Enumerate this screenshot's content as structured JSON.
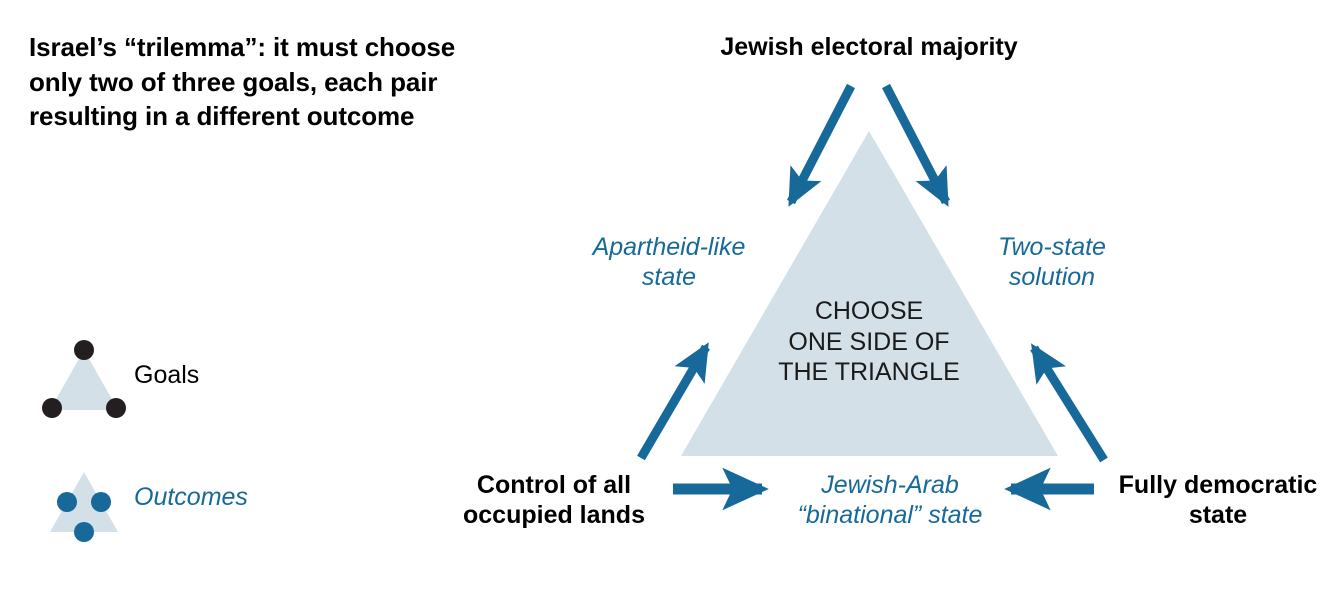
{
  "title": "Israel’s “trilemma”: it must choose\nonly two of three goals, each pair\nresulting in a different outcome",
  "colors": {
    "triangle_fill": "#d3e0e8",
    "accent_blue": "#17699a",
    "goal_dot": "#231f20",
    "text_black": "#000000",
    "background": "#ffffff"
  },
  "legend": {
    "items": [
      {
        "key": "goals",
        "label": "Goals",
        "marker": "triangle-with-vertex-dots",
        "dot_color": "#231f20",
        "style": "normal"
      },
      {
        "key": "outcomes",
        "label": "Outcomes",
        "marker": "triangle-with-midpoint-dots",
        "dot_color": "#17699a",
        "style": "italic"
      }
    ]
  },
  "diagram": {
    "center_text": "CHOOSE\nONE SIDE OF\nTHE TRIANGLE",
    "goals": [
      {
        "id": "goal-top",
        "label": "Jewish electoral majority",
        "position": "apex"
      },
      {
        "id": "goal-left",
        "label": "Control of all\noccupied lands",
        "position": "bottom-left"
      },
      {
        "id": "goal-right",
        "label": "Fully democratic\nstate",
        "position": "bottom-right"
      }
    ],
    "outcomes": [
      {
        "id": "outcome-left",
        "label": "Apartheid-like\nstate",
        "position": "left-side"
      },
      {
        "id": "outcome-right",
        "label": "Two-state\nsolution",
        "position": "right-side"
      },
      {
        "id": "outcome-bottom",
        "label": "Jewish-Arab\n“binational” state",
        "position": "bottom-side"
      }
    ],
    "arrows": [
      {
        "id": "arrow-top-left",
        "from": "Jewish electoral majority",
        "to": "Apartheid-like state"
      },
      {
        "id": "arrow-top-right",
        "from": "Jewish electoral majority",
        "to": "Two-state solution"
      },
      {
        "id": "arrow-bottom-left",
        "from": "Control of all occupied lands",
        "to": "Apartheid-like state"
      },
      {
        "id": "arrow-bottom-right",
        "from": "Fully democratic state",
        "to": "Two-state solution"
      },
      {
        "id": "arrow-left-to-center",
        "from": "Control of all occupied lands",
        "to": "Jewish-Arab “binational” state"
      },
      {
        "id": "arrow-right-to-center",
        "from": "Fully democratic state",
        "to": "Jewish-Arab “binational” state"
      }
    ]
  }
}
